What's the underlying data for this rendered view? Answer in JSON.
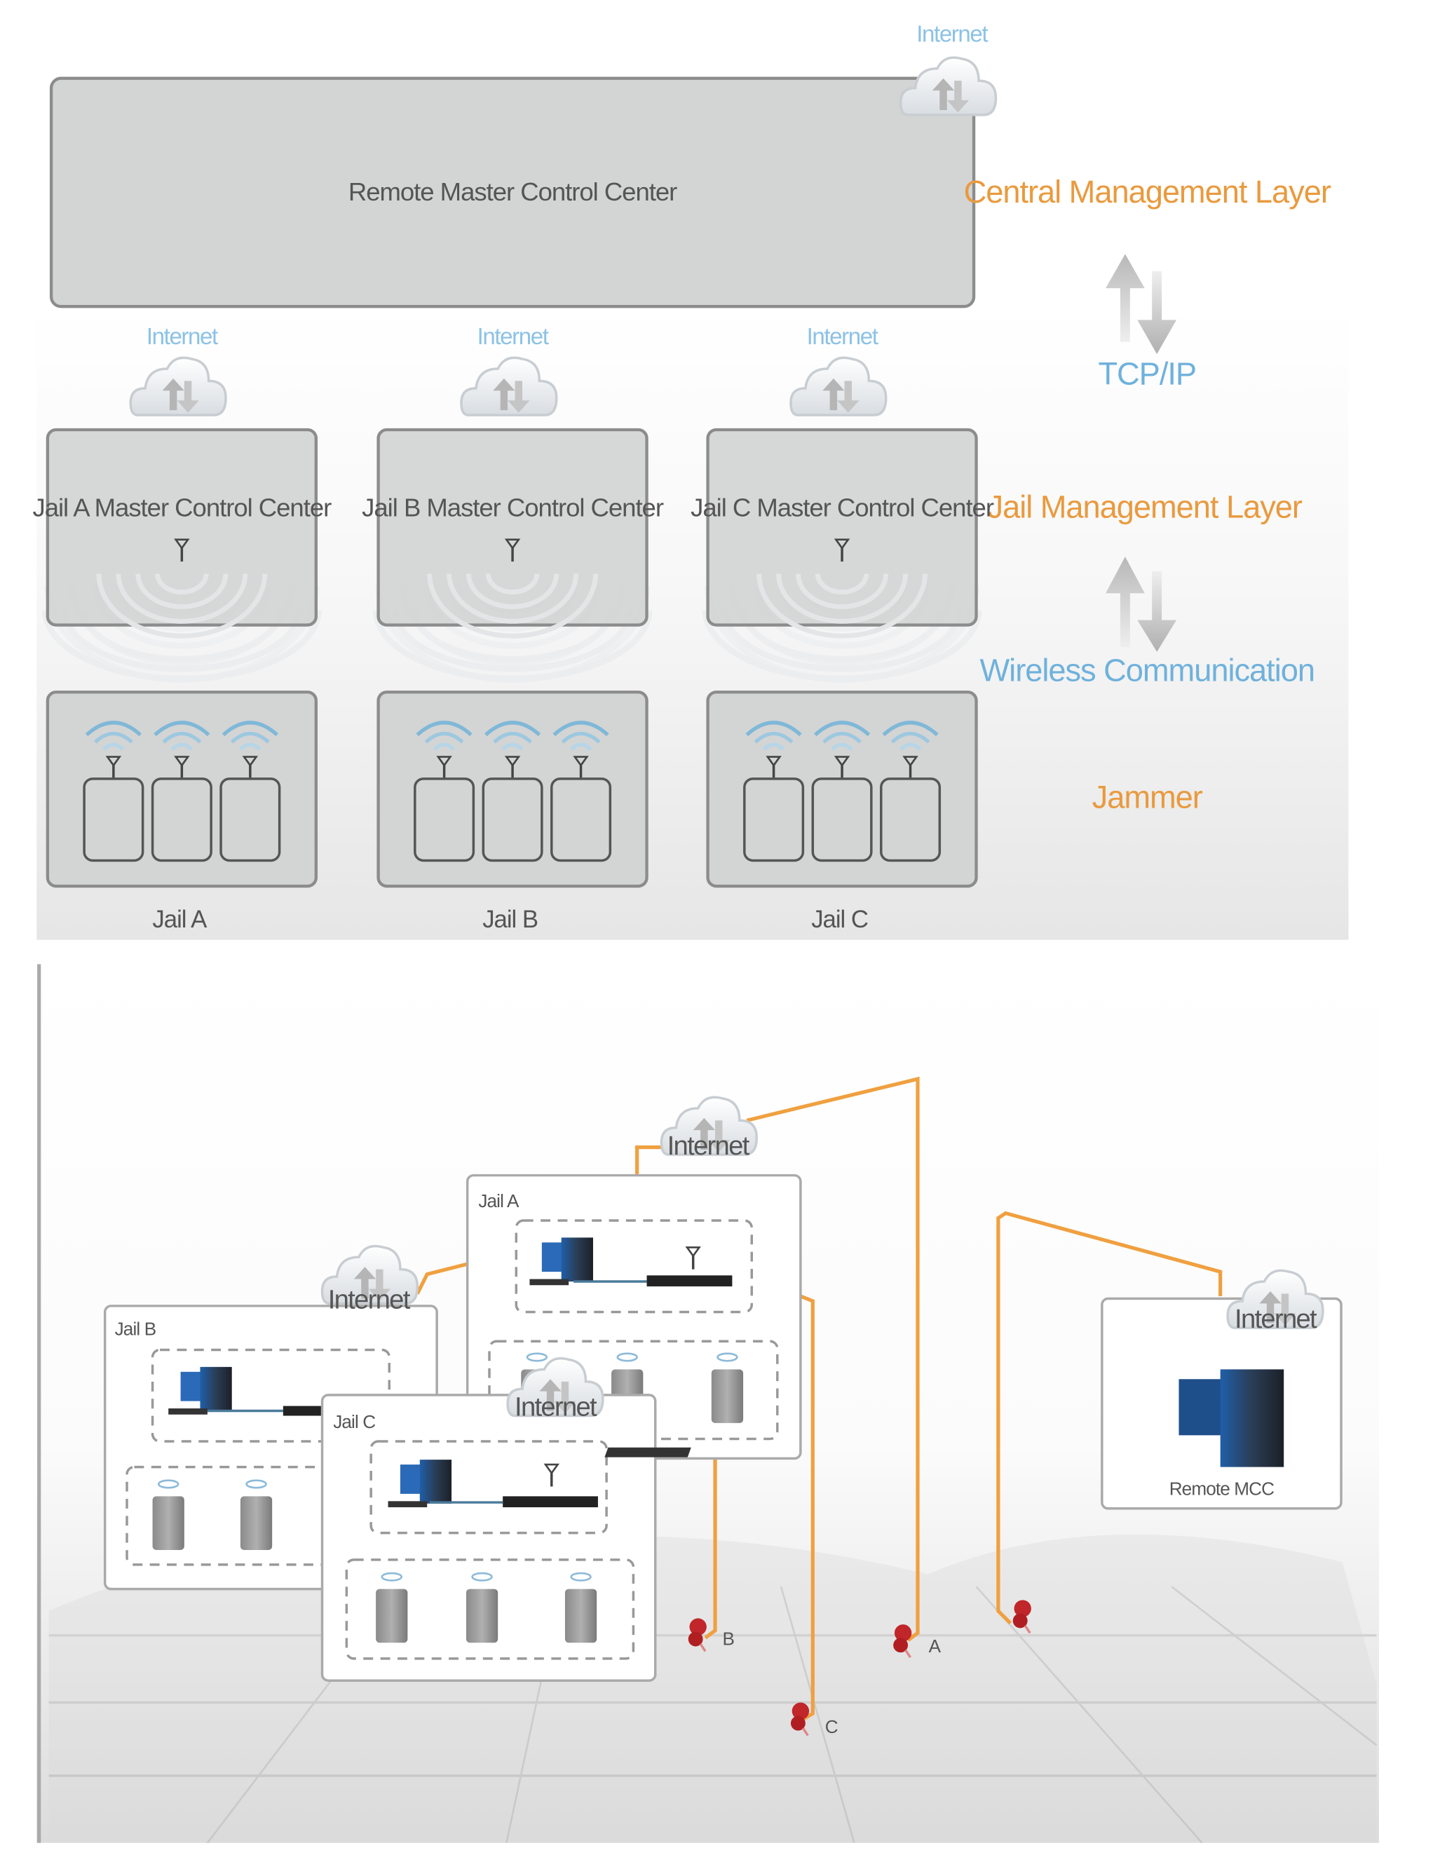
{
  "top_diagram": {
    "remote_center": {
      "label": "Remote Master Control Center",
      "cloud_label": "Internet"
    },
    "layers": [
      {
        "label": "Central Management Layer",
        "color": "#e99a3e"
      },
      {
        "label": "TCP/IP",
        "color": "#6fb1dc"
      },
      {
        "label": "Jail Management Layer",
        "color": "#e99a3e"
      },
      {
        "label": "Wireless Communication",
        "color": "#6fb1dc"
      },
      {
        "label": "Jammer",
        "color": "#e99a3e"
      }
    ],
    "jails": [
      {
        "cloud_label": "Internet",
        "mcc_label": "Jail A Master Control Center",
        "jail_label": "Jail A",
        "jammer_count": 3
      },
      {
        "cloud_label": "Internet",
        "mcc_label": "Jail B Master Control Center",
        "jail_label": "Jail B",
        "jammer_count": 3
      },
      {
        "cloud_label": "Internet",
        "mcc_label": "Jail C Master Control Center",
        "jail_label": "Jail C",
        "jammer_count": 3
      }
    ]
  },
  "bottom_diagram": {
    "jails": [
      {
        "label": "Jail A",
        "cloud_label": "Internet",
        "pin_label": "A",
        "jammer_count": 3
      },
      {
        "label": "Jail B",
        "cloud_label": "Internet",
        "pin_label": "B",
        "jammer_count": 2
      },
      {
        "label": "Jail C",
        "cloud_label": "Internet",
        "pin_label": "C",
        "jammer_count": 3
      }
    ],
    "remote": {
      "label": "Remote MCC",
      "cloud_label": "Internet"
    },
    "link_color": "#f0a040",
    "pin_color": "#c0262a"
  }
}
